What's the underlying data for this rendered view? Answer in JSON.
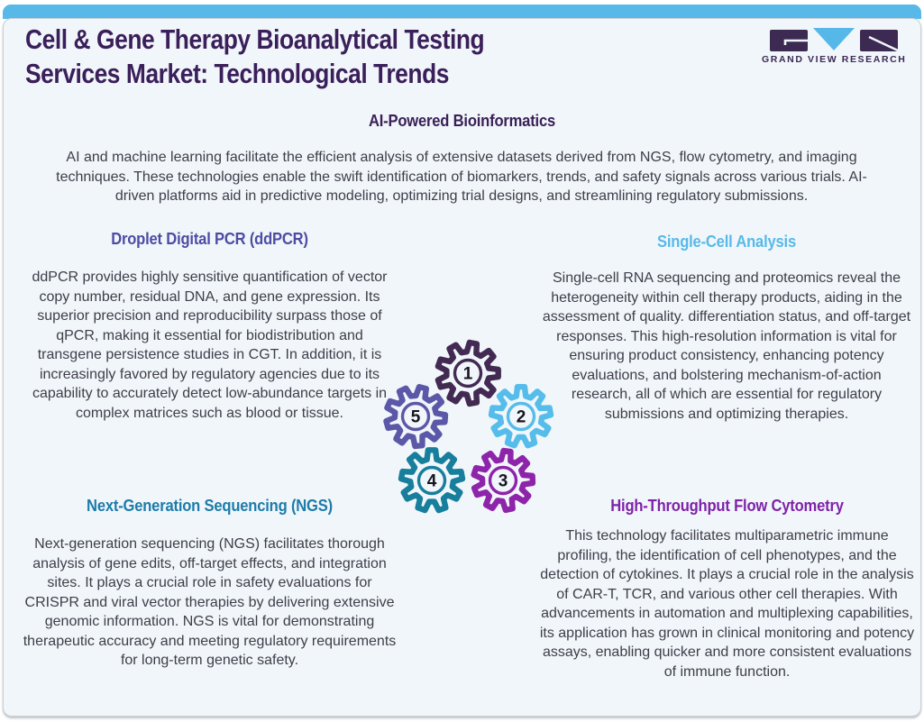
{
  "page": {
    "title_line1": "Cell & Gene Therapy Bioanalytical Testing",
    "title_line2": "Services Market: Technological Trends",
    "accent_cyan": "#58b9e8",
    "title_color": "#3a1f5a",
    "card_bg": "#f1f6fa"
  },
  "logo": {
    "text": "GRAND VIEW RESEARCH",
    "brand_purple": "#3d2a52",
    "brand_cyan": "#56b8e8"
  },
  "sections": {
    "ai": {
      "title": "AI-Powered Bioinformatics",
      "color": "#3a2057",
      "body": "AI and machine learning facilitate the efficient analysis of extensive datasets derived from NGS, flow cytometry, and imaging techniques. These technologies enable the swift identification of biomarkers, trends, and safety signals across various trials. AI-driven platforms aid in predictive modeling, optimizing trial designs, and streamlining regulatory submissions."
    },
    "ddpcr": {
      "title": "Droplet Digital PCR (ddPCR)",
      "color": "#4c4ca3",
      "body": "ddPCR provides highly sensitive quantification of vector copy number, residual DNA, and gene expression. Its superior precision and reproducibility surpass those of qPCR, making it essential for biodistribution and transgene persistence studies in CGT. In addition, it is increasingly favored by regulatory agencies due to its capability to accurately detect low-abundance targets in complex matrices such as blood or tissue."
    },
    "single_cell": {
      "title": "Single-Cell Analysis",
      "color": "#57b9e9",
      "body": "Single-cell RNA sequencing and proteomics reveal the heterogeneity within cell therapy products, aiding in the assessment of quality. differentiation status, and off-target responses. This high-resolution information is vital for ensuring product consistency, enhancing potency evaluations, and bolstering mechanism-of-action research, all of which are essential for regulatory submissions and optimizing therapies."
    },
    "ngs": {
      "title": "Next-Generation Sequencing (NGS)",
      "color": "#1d7ca9",
      "body": "Next-generation sequencing (NGS) facilitates thorough analysis of gene edits, off-target effects, and integration sites. It plays a crucial role in safety evaluations for CRISPR and viral vector therapies by delivering extensive genomic information. NGS is vital for demonstrating therapeutic accuracy and meeting regulatory requirements for long-term genetic safety."
    },
    "flow": {
      "title": "High-Throughput Flow Cytometry",
      "color": "#7e22a8",
      "body": "This technology facilitates multiparametric immune profiling, the identification of cell phenotypes, and the detection of cytokines. It plays a crucial role in the analysis of CAR-T, TCR, and various other cell therapies. With advancements in automation and multiplexing capabilities, its application has grown in clinical monitoring and potency assays, enabling quicker and more consistent evaluations of immune function."
    }
  },
  "gears": [
    {
      "number": "1",
      "color": "#432a52"
    },
    {
      "number": "2",
      "color": "#56bdeb"
    },
    {
      "number": "3",
      "color": "#8e24aa"
    },
    {
      "number": "4",
      "color": "#177e9c"
    },
    {
      "number": "5",
      "color": "#5c58a8"
    }
  ]
}
